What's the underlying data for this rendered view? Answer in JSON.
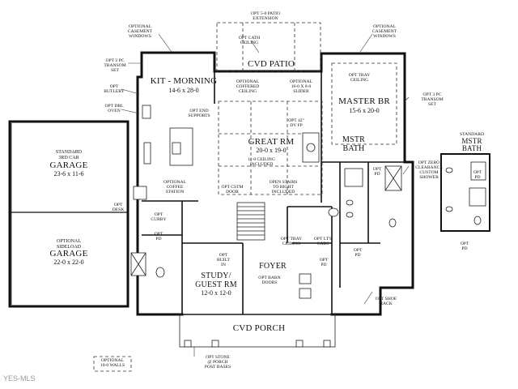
{
  "rooms": {
    "kit": {
      "name": "KIT - MORNING",
      "dim": "14-6 x 28-0"
    },
    "cvd_patio": {
      "name": "CVD PATIO"
    },
    "master_br": {
      "name": "MASTER BR",
      "dim": "15-6 x 20-0"
    },
    "great_rm": {
      "name": "GREAT RM",
      "dim": "20-0 x 19-0"
    },
    "mstr_bath": {
      "name": "MSTR\nBATH"
    },
    "garage_3rd": {
      "prefix": "STANDARD\n3RD CAR",
      "name": "GARAGE",
      "dim": "23-6 x 11-6"
    },
    "garage_side": {
      "prefix": "OPTIONAL\nSIDELOAD",
      "name": "GARAGE",
      "dim": "22-0 x 22-0"
    },
    "study": {
      "name": "STUDY/\nGUEST RM",
      "dim": "12-0 x 12-0"
    },
    "foyer": {
      "name": "FOYER"
    },
    "cvd_porch": {
      "name": "CVD PORCH"
    },
    "std_mstr_bath": {
      "prefix": "STANDARD",
      "name": "MSTR\nBATH"
    }
  },
  "notes": {
    "patio_ext": "OPT 5-0 PATIO\nEXTENSION",
    "casement_left": "OPTIONAL\nCASEMENT\nWINDOWS",
    "casement_right": "OPTIONAL\nCASEMENT\nWINDOWS",
    "transom_left": "OPT 2 PC\nTRANSOM\nSET",
    "butlery": "OPT\nBUTLERY",
    "dbl_oven": "OPT DBL\nOVEN",
    "cath_ceiling": "OPT CATH\nCEILING",
    "coffered": "OPTIONAL\nCOFFERED\nCEILING",
    "slider": "OPTIONAL\n16-0 X 8-0\nSLIDER",
    "tray_master": "OPT TRAY\nCEILING",
    "transom_right": "OPT 3 PC\nTRANSOM\nSET",
    "end_supports": "OPT END\nSUPPORTS",
    "fireplace": "OPT 42\"\nDV FP",
    "ceiling_11": "11-0 CEILING\nINCLUDED",
    "zero_clearance": "OPT ZERO\nCLEARANCE\nCUSTOM\nSHOWER",
    "coffee": "OPTIONAL\nCOFFEE\nSTATION",
    "cstm_door": "OPT CSTM\nDOOR",
    "open_stairs": "OPEN STAIRS\nTO RIGHT\nINCLUDED",
    "desk": "OPT\nDESK",
    "cubby": "OPT\nCUBBY",
    "pd_mudroom": "OPT\nPD",
    "tray_foyer": "OPT TRAY\nCEILING",
    "lt_cabs": "OPT LT'S\nCABS",
    "pd_bath": "OPT\nPD",
    "pd_master": "OPT\nPD",
    "built_in": "OPT\nBUILT\nIN",
    "barn_doors": "OPT BARN\nDOORS",
    "pd_hall": "OPT\nPD",
    "shoe_rack": "OPT SHOE\nRACK",
    "std_pd_top": "OPT\nPD",
    "std_pd_bottom": "OPT\nPD",
    "stone": "OPT STONE\n@ PORCH\nPOST BASES",
    "walls": "OPTIONAL\n10-0 WALLS"
  },
  "watermark": "YES-MLS"
}
